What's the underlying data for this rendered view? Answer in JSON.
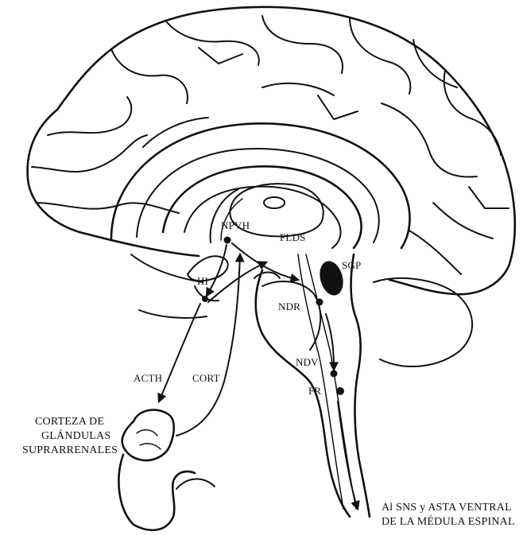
{
  "labels": {
    "npvh": "NPVH",
    "flds": "FLDS",
    "sgp": "SGP",
    "hi": "HI",
    "ndr": "NDR",
    "ndv": "NDV",
    "fr": "FR",
    "acth": "ACTH",
    "cort": "CORT",
    "adrenal_line1": "CORTEZA DE",
    "adrenal_line2": "GLÁNDULAS",
    "adrenal_line3": "SUPRARRENALES",
    "output_line1": "Al SNS y ASTA VENTRAL",
    "output_line2": "DE LA MÉDULA ESPINAL"
  }
}
